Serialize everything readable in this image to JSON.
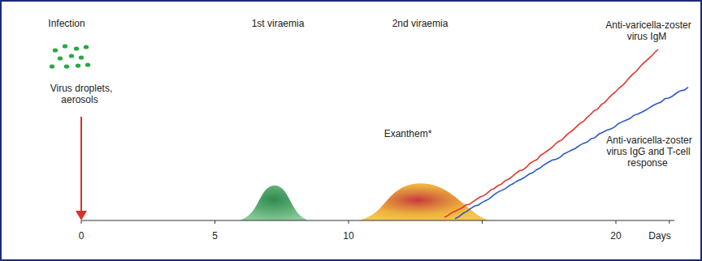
{
  "diagram": {
    "labels": [
      "Infection",
      "Virus droplets, aerosols",
      "1st viraemia",
      "2nd viraemia",
      "Exanthem*",
      "Anti-varicella-zoster virus IgM",
      "Anti-varicella-zoster virus IgG and T-cell response",
      "0",
      "5",
      "10",
      "20",
      "Days"
    ]
  }
}
